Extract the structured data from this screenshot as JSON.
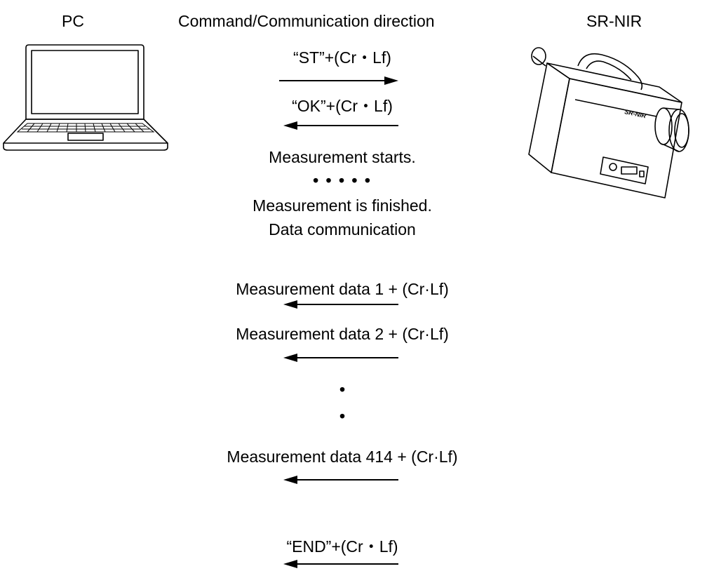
{
  "headers": {
    "pc": "PC",
    "direction": "Command/Communication direction",
    "device": "SR-NIR"
  },
  "messages": [
    {
      "text": "“ST”+(Cr・Lf)",
      "direction": "right"
    },
    {
      "text": "“OK”+(Cr・Lf)",
      "direction": "left"
    }
  ],
  "status_lines": [
    "Measurement starts.",
    "• • • • •",
    "Measurement is finished.",
    "Data communication"
  ],
  "data_messages": [
    {
      "text": "Measurement data 1 + (Cr·Lf)",
      "direction": "left"
    },
    {
      "text": "Measurement data 2 + (Cr·Lf)",
      "direction": "left"
    },
    {
      "text": "Measurement data 414 + (Cr·Lf)",
      "direction": "left"
    }
  ],
  "ellipsis": [
    "•",
    "•"
  ],
  "end_message": {
    "text": "“END”+(Cr・Lf)",
    "direction": "left"
  },
  "device_label_text": "SR-NIR",
  "colors": {
    "ink": "#000000",
    "background": "#ffffff"
  }
}
